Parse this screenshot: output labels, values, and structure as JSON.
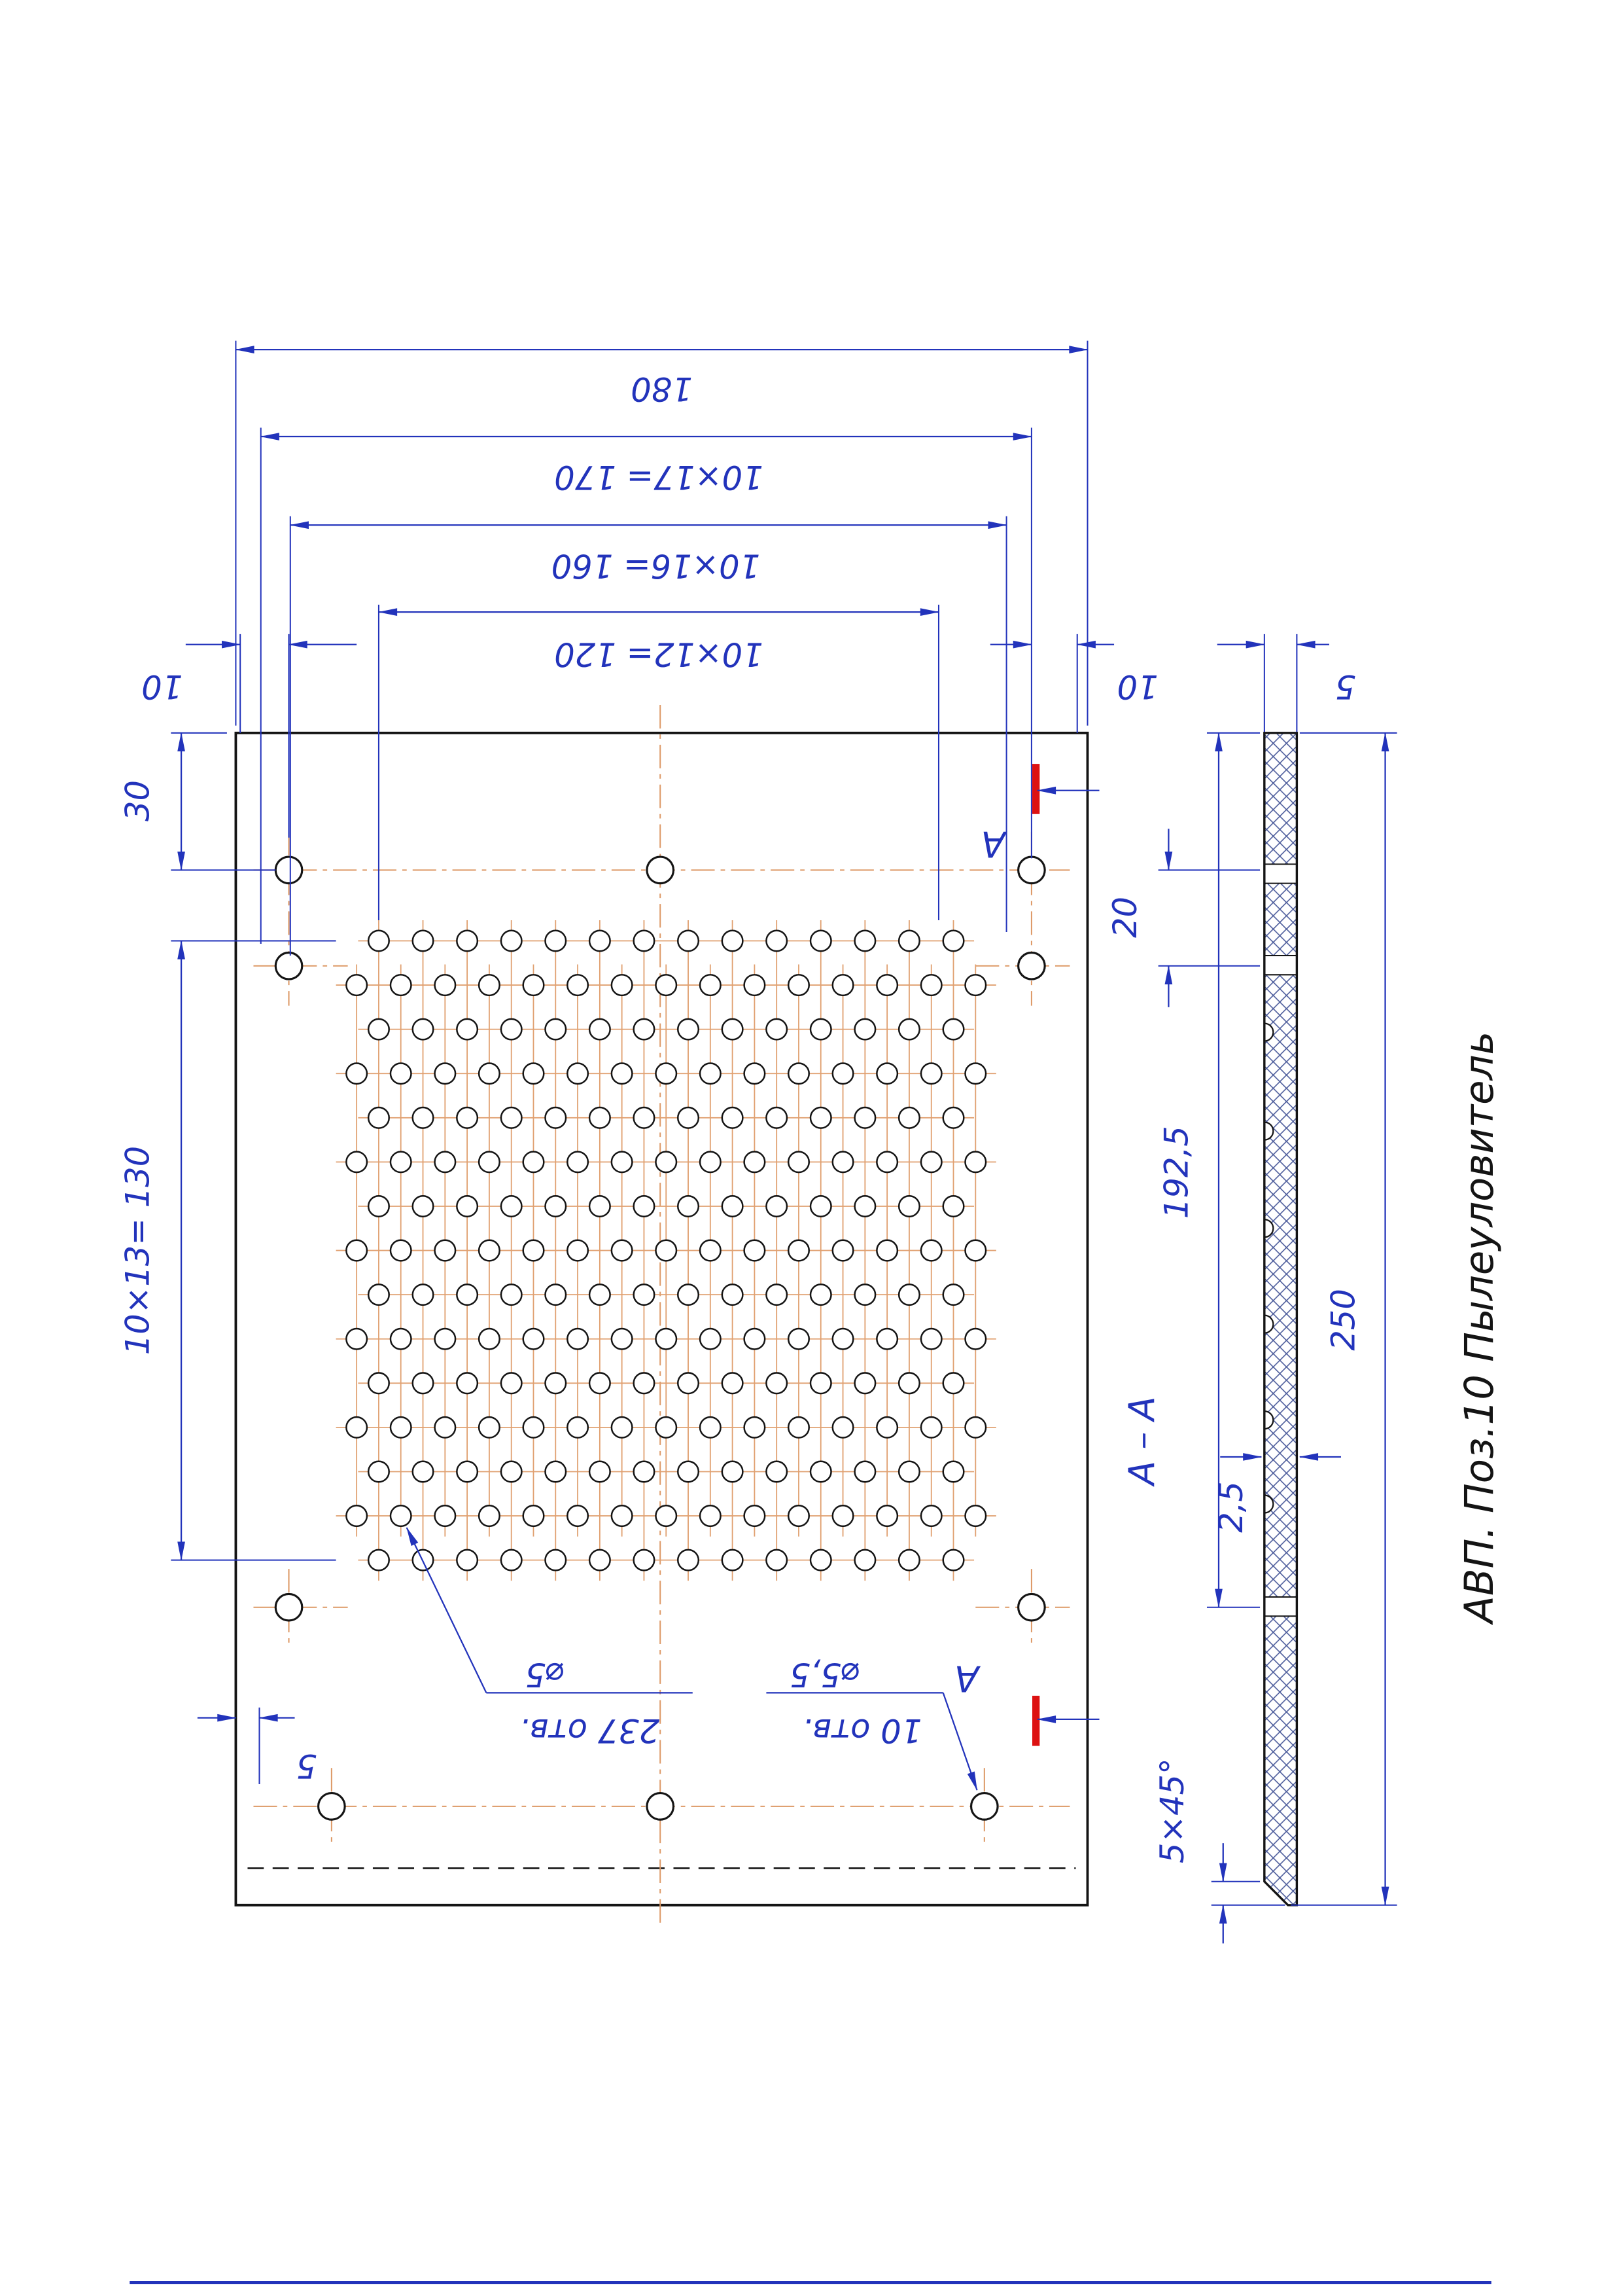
{
  "sheet": {
    "title": "АВП. Поз.10 Пылеуловитель"
  },
  "front_view": {
    "dims": {
      "width_total": "180",
      "pitch_17": "10×17= 170",
      "pitch_16": "10×16= 160",
      "pitch_12": "10×12= 120",
      "margin_left": "10",
      "margin_right": "10",
      "top_margin": "30",
      "pitch_rows": "10×13= 130",
      "edge_offset": "5"
    },
    "notes": {
      "small_hole_dia": "⌀5",
      "small_hole_count": "237 отв.",
      "mount_hole_dia": "⌀5,5",
      "mount_hole_count": "10 отв."
    },
    "section_letter": "А"
  },
  "side_view": {
    "section_title": "А – А",
    "dims": {
      "thickness": "5",
      "row_offset": "20",
      "hole_field_length": "192,5",
      "countersink": "2,5",
      "height_total": "250",
      "chamfer": "5×45°"
    }
  }
}
